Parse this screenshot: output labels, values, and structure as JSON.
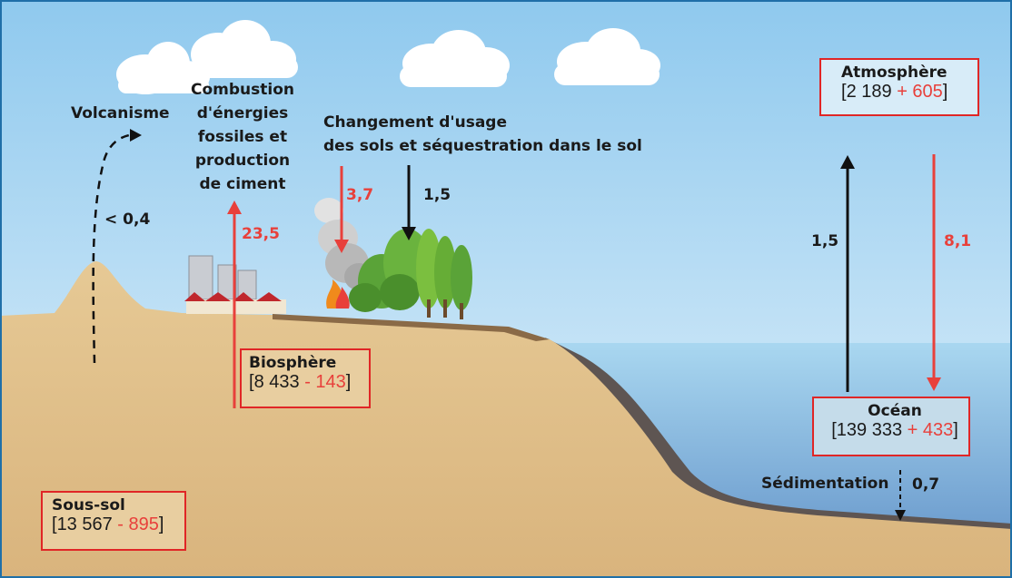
{
  "labels": {
    "volcanism": "Volcanisme",
    "combustion": [
      "Combustion",
      "d'énergies",
      "fossiles et",
      "production",
      "de ciment"
    ],
    "land_use": [
      "Changement d'usage",
      "des sols et séquestration dans le sol"
    ],
    "sedimentation": "Sédimentation"
  },
  "flows": {
    "volcanism": "< 0,4",
    "combustion": "23,5",
    "land_use_emission": "3,7",
    "land_sink": "1,5",
    "ocean_to_atmosphere": "1,5",
    "atmosphere_to_ocean": "8,1",
    "sedimentation": "0,7"
  },
  "reservoirs": {
    "atmosphere": {
      "name": "Atmosphère",
      "open": "[",
      "stock": "2 189",
      "change": "+ 605",
      "close": "]"
    },
    "biosphere": {
      "name": "Biosphère",
      "open": "[",
      "stock": "8 433",
      "change": "- 143",
      "close": "]"
    },
    "ocean": {
      "name": "Océan",
      "open": "[",
      "stock": "139 333",
      "change": "+ 433",
      "close": "]"
    },
    "subsoil": {
      "name": "Sous-sol",
      "open": "[",
      "stock": "13 567",
      "change": "- 895",
      "close": "]"
    }
  },
  "colors": {
    "sky_top": "#8fc9ee",
    "sky_bottom": "#e6f3fb",
    "sea_top": "#a9d7f0",
    "sea_bottom": "#5f8fc6",
    "land": "#e2c08d",
    "seabed": "#5e5552",
    "flow_red": "#e8403b",
    "flow_black": "#111111",
    "box_border": "#e02626",
    "frame": "#1f6fa8"
  }
}
